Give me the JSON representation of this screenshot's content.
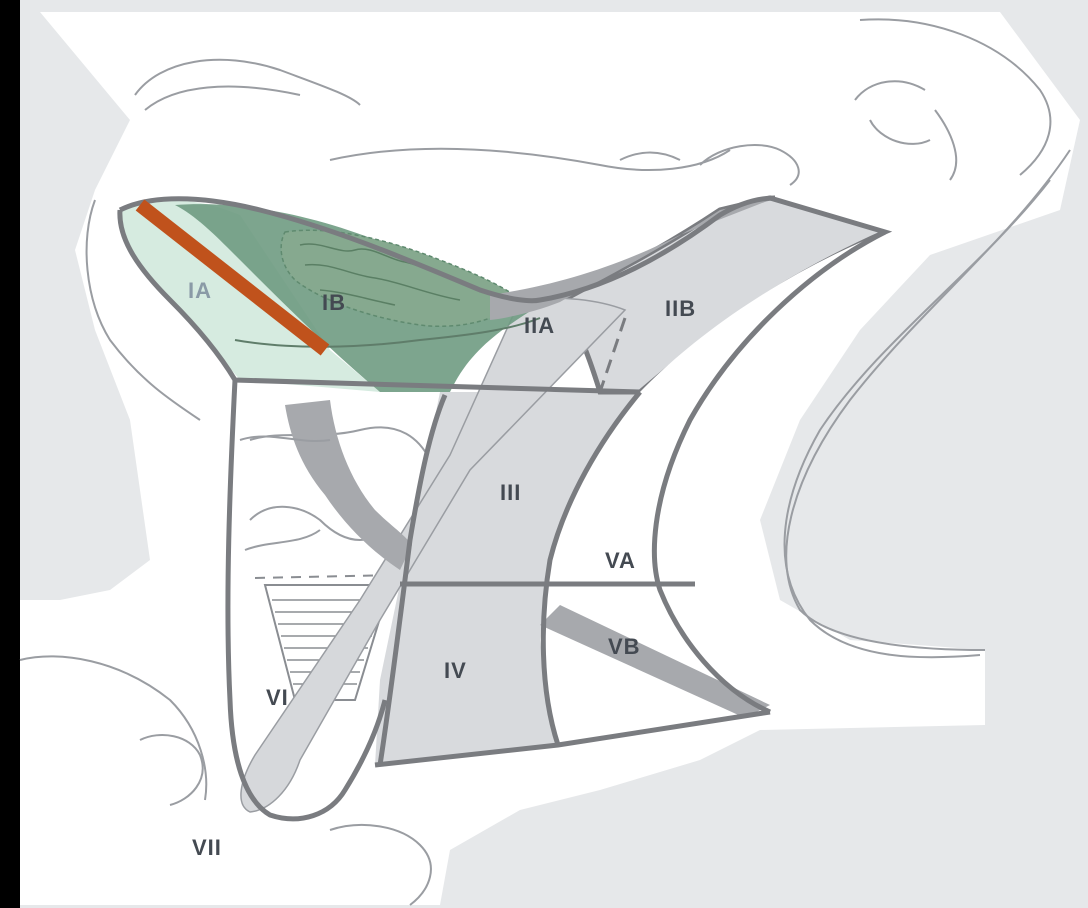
{
  "labels": {
    "IA": "IA",
    "IB": "IB",
    "IIA": "IIA",
    "IIB": "IIB",
    "III": "III",
    "IV": "IV",
    "VA": "VA",
    "VB": "VB",
    "VI": "VI",
    "VII": "VII"
  },
  "colors": {
    "background": "#e6e8ea",
    "skin": "#ffffff",
    "outline": "#7a7c80",
    "level_gray": "#d8dadd",
    "muscle": "#a7a9ad",
    "level_IA": "#d6ebe0",
    "level_IB": "#6f9b82",
    "gland": "#86a98f",
    "line_marker": "#c0521c"
  }
}
